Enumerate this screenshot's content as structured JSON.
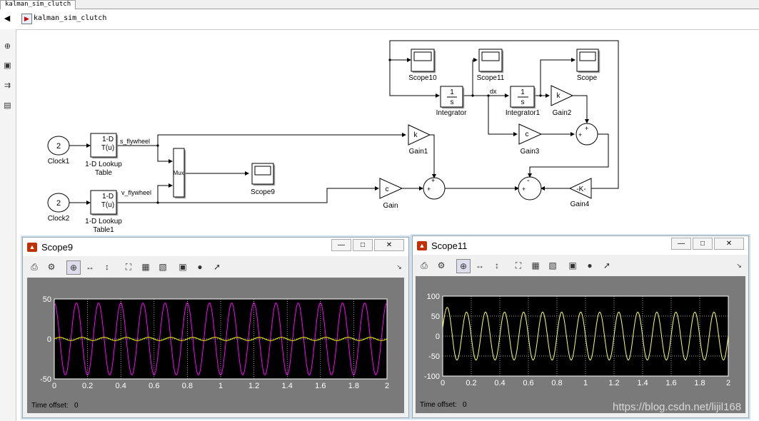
{
  "tab": {
    "label": "kalman_sim_clutch"
  },
  "model": {
    "path": "kalman_sim_clutch"
  },
  "blocks": {
    "clock1": {
      "value": "2",
      "label": "Clock1"
    },
    "clock2": {
      "value": "2",
      "label": "Clock2"
    },
    "lut": {
      "line1": "1-D",
      "line2": "T(u)",
      "label1": "1-D Lookup",
      "label2": "Table"
    },
    "lut1": {
      "line1": "1-D",
      "line2": "T(u)",
      "label1": "1-D Lookup",
      "label2": "Table1"
    },
    "mux": {
      "text": "Mux"
    },
    "scope9": {
      "label": "Scope9"
    },
    "scope10": {
      "label": "Scope10"
    },
    "scope11": {
      "label": "Scope11"
    },
    "scope": {
      "label": "Scope"
    },
    "integrator": {
      "num": "1",
      "den": "s",
      "label": "Integrator"
    },
    "integrator1": {
      "num": "1",
      "den": "s",
      "label": "Integrator1"
    },
    "gain": {
      "text": "c",
      "label": "Gain"
    },
    "gain1": {
      "text": "k",
      "label": "Gain1"
    },
    "gain2": {
      "text": "k",
      "label": "Gain2"
    },
    "gain3": {
      "text": "c",
      "label": "Gain3"
    },
    "gain4": {
      "text": "-K-",
      "label": "Gain4"
    }
  },
  "signals": {
    "s": "s_flywheel",
    "v": "v_flywheel",
    "dx": "dx"
  },
  "scope_windows": [
    {
      "title": "Scope9",
      "time_offset_label": "Time offset:",
      "time_offset_value": "0"
    },
    {
      "title": "Scope11",
      "time_offset_label": "Time offset:",
      "time_offset_value": "0"
    }
  ],
  "chart_data": [
    {
      "type": "line",
      "xlim": [
        0,
        2
      ],
      "ylim": [
        -50,
        50
      ],
      "x_ticks": [
        "0",
        "0.2",
        "0.4",
        "0.6",
        "0.8",
        "1",
        "1.2",
        "1.4",
        "1.6",
        "1.8",
        "2"
      ],
      "y_ticks": [
        "50",
        "0",
        "-50"
      ],
      "y_tick_values": [
        50,
        0,
        -50
      ],
      "grid": true,
      "series": [
        {
          "color": "#ff00ff",
          "amplitude": 45,
          "period": 0.1333,
          "phase": 1.5708
        },
        {
          "color": "#ffff00",
          "amplitude": 2,
          "period": 0.1333,
          "phase": 0
        }
      ]
    },
    {
      "type": "line",
      "xlim": [
        0,
        2
      ],
      "ylim": [
        -100,
        100
      ],
      "x_ticks": [
        "0",
        "0.2",
        "0.4",
        "0.6",
        "0.8",
        "1",
        "1.2",
        "1.4",
        "1.6",
        "1.8",
        "2"
      ],
      "y_ticks": [
        "100",
        "50",
        "0",
        "-50",
        "-100"
      ],
      "y_tick_values": [
        100,
        50,
        0,
        -50,
        -100
      ],
      "grid": true,
      "series": [
        {
          "color": "#ffff66",
          "amplitude": 60,
          "period": 0.1333,
          "phase": 0,
          "offset": 20
        }
      ]
    }
  ],
  "watermark": "https://blog.csdn.net/lijil168",
  "icons": [
    "back-icon",
    "zoom-in-icon",
    "fit-view-icon",
    "signal-flow-icon",
    "annotation-icon",
    "print-icon",
    "settings-icon",
    "zoom-icon",
    "zoom-x-icon",
    "zoom-y-icon",
    "autoscale-icon",
    "save-axes-icon",
    "restore-axes-icon",
    "float-icon",
    "lock-icon",
    "select-icon"
  ]
}
